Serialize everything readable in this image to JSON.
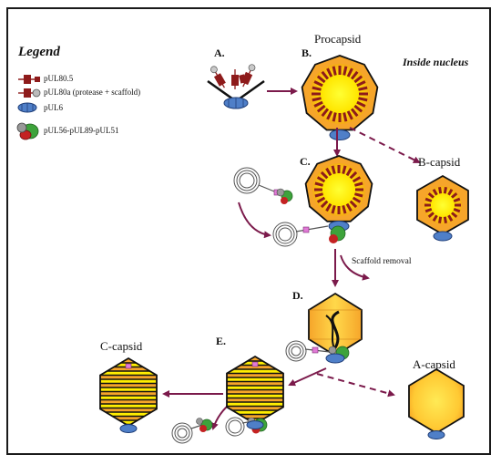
{
  "legend": {
    "title": "Legend",
    "items": [
      {
        "icon": "pUL80.5-portal-protein-icon",
        "label": "pUL80.5"
      },
      {
        "icon": "pUL80a-protease-scaffold-icon",
        "label": "pUL80a (protease + scaffold)"
      },
      {
        "icon": "pUL6-portal-icon",
        "label": "pUL6"
      },
      {
        "icon": "terminase-complex-icon",
        "label": "pUL56-pUL89-pUL51"
      }
    ]
  },
  "location_note": "Inside nucleus",
  "stages": {
    "a": "A.",
    "b": "B.",
    "c": "C.",
    "d": "D.",
    "e": "E."
  },
  "capsids": {
    "procapsid": "Procapsid",
    "b": "B-capsid",
    "a": "A-capsid",
    "c": "C-capsid"
  },
  "step_notes": {
    "scaffold_removal": "Scaffold removal"
  },
  "colors": {
    "arrow": "#7b1a4b",
    "capsid_yellow": "#ffee00",
    "capsid_orange": "#f49b20",
    "scaffold_red": "#8e1b1b",
    "portal_blue": "#3f6fb8",
    "terminase_green": "#3da33b",
    "pink_marker": "#e07ad6"
  }
}
